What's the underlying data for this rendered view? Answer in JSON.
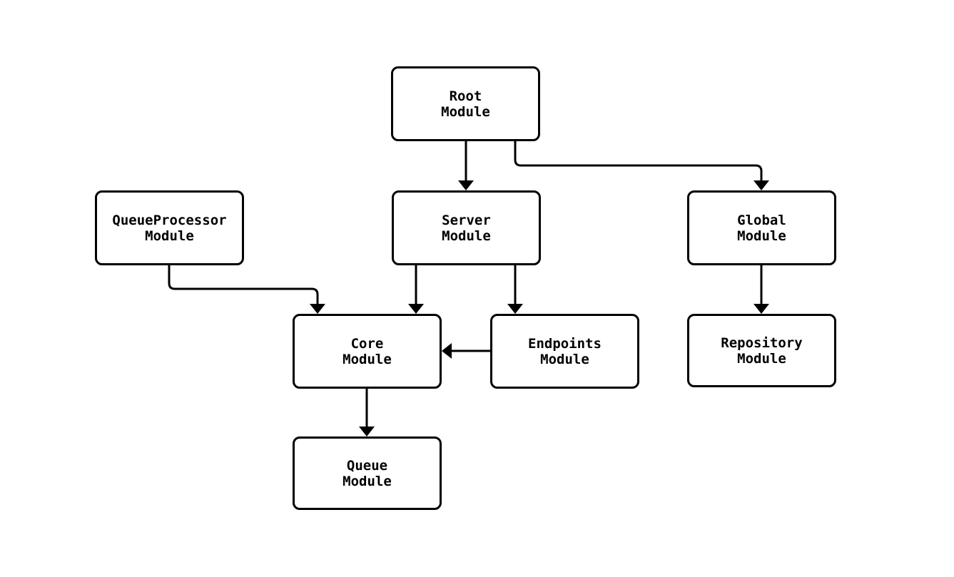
{
  "diagram": {
    "type": "module-dependency-flowchart",
    "colors": {
      "background": "#ffffff",
      "node_fill": "#ffffff",
      "node_stroke": "#000000",
      "edge_stroke": "#000000",
      "text": "#000000"
    },
    "nodes": [
      {
        "id": "root",
        "label_line1": "Root",
        "label_line2": "Module"
      },
      {
        "id": "queueprocessor",
        "label_line1": "QueueProcessor",
        "label_line2": "Module"
      },
      {
        "id": "server",
        "label_line1": "Server",
        "label_line2": "Module"
      },
      {
        "id": "global",
        "label_line1": "Global",
        "label_line2": "Module"
      },
      {
        "id": "core",
        "label_line1": "Core",
        "label_line2": "Module"
      },
      {
        "id": "endpoints",
        "label_line1": "Endpoints",
        "label_line2": "Module"
      },
      {
        "id": "repository",
        "label_line1": "Repository",
        "label_line2": "Module"
      },
      {
        "id": "queue",
        "label_line1": "Queue",
        "label_line2": "Module"
      }
    ],
    "edges": [
      {
        "from": "Root Module",
        "to": "Server Module"
      },
      {
        "from": "Root Module",
        "to": "Global Module"
      },
      {
        "from": "QueueProcessor Module",
        "to": "Core Module"
      },
      {
        "from": "Server Module",
        "to": "Core Module"
      },
      {
        "from": "Server Module",
        "to": "Endpoints Module"
      },
      {
        "from": "Endpoints Module",
        "to": "Core Module"
      },
      {
        "from": "Global Module",
        "to": "Repository Module"
      },
      {
        "from": "Core Module",
        "to": "Queue Module"
      }
    ]
  }
}
